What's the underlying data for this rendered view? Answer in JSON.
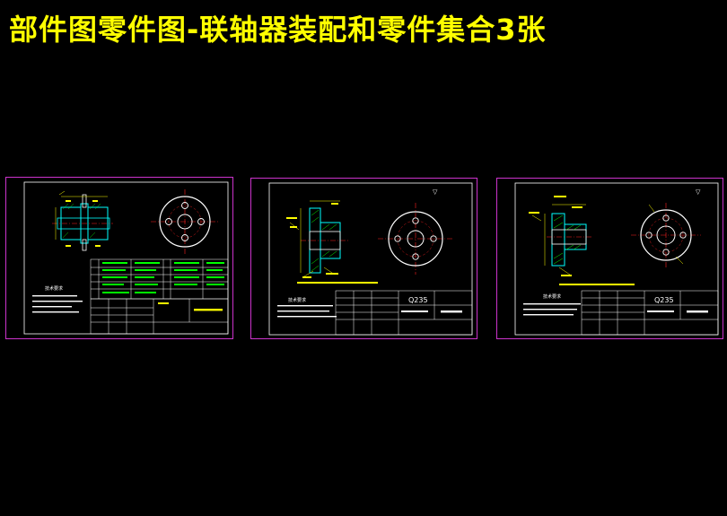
{
  "page": {
    "title": "部件图零件图-联轴器装配和零件集合3张"
  },
  "colors": {
    "background": "#000000",
    "title": "#ffff00",
    "sheet_border": "#cc33cc",
    "frame": "#ffffff",
    "outline": "#00ffff",
    "centerline": "#ff2020",
    "dimension": "#ffff00",
    "hatch": "#00ff00"
  },
  "sheets": [
    {
      "name": "assembly-drawing",
      "notes_heading": "技术要求",
      "material": ""
    },
    {
      "name": "part-drawing-1",
      "notes_heading": "技术要求",
      "material": "Q235"
    },
    {
      "name": "part-drawing-2",
      "notes_heading": "技术要求",
      "material": "Q235"
    }
  ]
}
